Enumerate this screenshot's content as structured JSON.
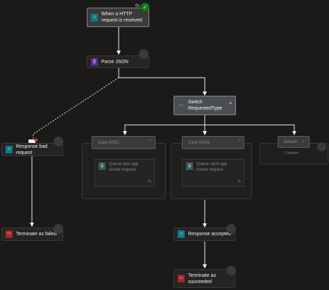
{
  "steps": {
    "http_request": {
      "label": "When a HTTP request is received",
      "duration": "0s",
      "status": "succeeded"
    },
    "parse_json": {
      "label": "Parse JSON"
    },
    "switch": {
      "label": "Switch RequestedType"
    },
    "response_bad": {
      "label": "Response bad request"
    },
    "terminate_failed": {
      "label": "Terminate as failed"
    },
    "response_accepted": {
      "label": "Response accepted"
    },
    "terminate_succeeded": {
      "label": "Terminate as succeeded"
    }
  },
  "cases": {
    "oidc": {
      "label": "Case OIDC",
      "action_label": "Queue oidc app create request",
      "tail": "%"
    },
    "saml": {
      "label": "Case SAML",
      "action_label": "Queue saml app create request",
      "tail": "%"
    },
    "default": {
      "label": "Default",
      "actions_count": "2 actions"
    }
  },
  "icons": {
    "trigger": "http-request-icon",
    "parse": "parse-json-icon",
    "switch": "switch-icon",
    "response": "response-icon",
    "terminate": "terminate-icon",
    "queue": "queue-icon"
  },
  "colors": {
    "canvas": "#1b1a19",
    "teal": "#0e7c86",
    "purple": "#5c2e91",
    "red": "#a4262c",
    "success": "#107c10"
  }
}
